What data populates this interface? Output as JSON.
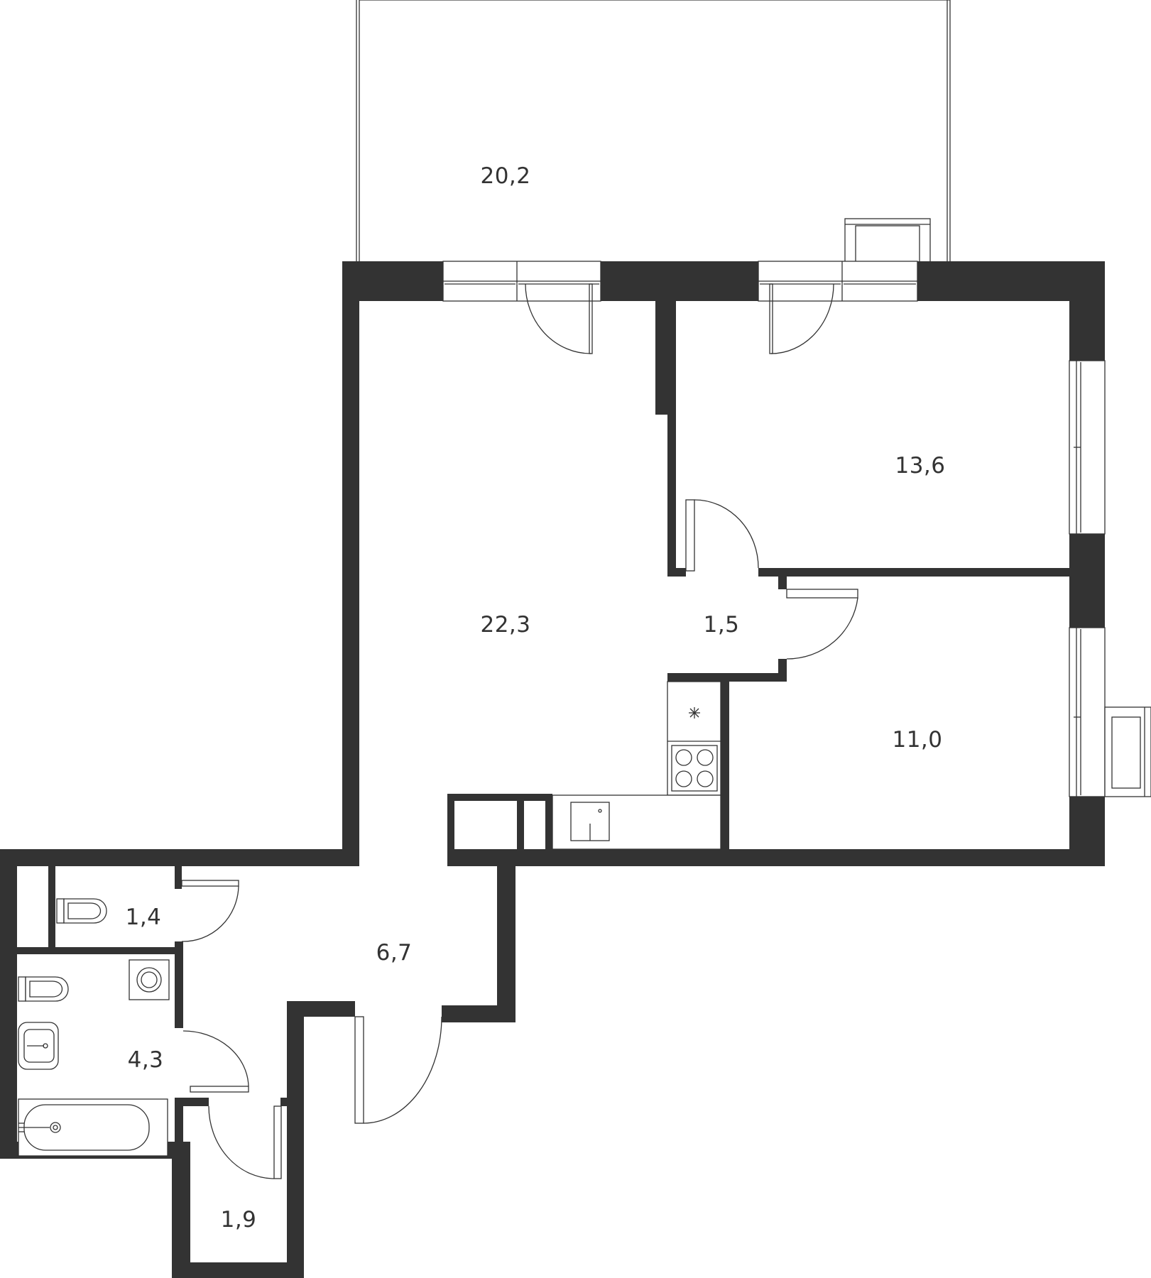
{
  "colors": {
    "wall": "#333333",
    "line": "#333333",
    "background": "#ffffff"
  },
  "rooms": [
    {
      "id": "balcony",
      "area": "20,2"
    },
    {
      "id": "living",
      "area": "22,3"
    },
    {
      "id": "bedroom_1",
      "area": "13,6"
    },
    {
      "id": "bedroom_2",
      "area": "11,0"
    },
    {
      "id": "corridor",
      "area": "1,5"
    },
    {
      "id": "toilet",
      "area": "1,4"
    },
    {
      "id": "hall",
      "area": "6,7"
    },
    {
      "id": "bathroom",
      "area": "4,3"
    },
    {
      "id": "storage",
      "area": "1,9"
    }
  ]
}
